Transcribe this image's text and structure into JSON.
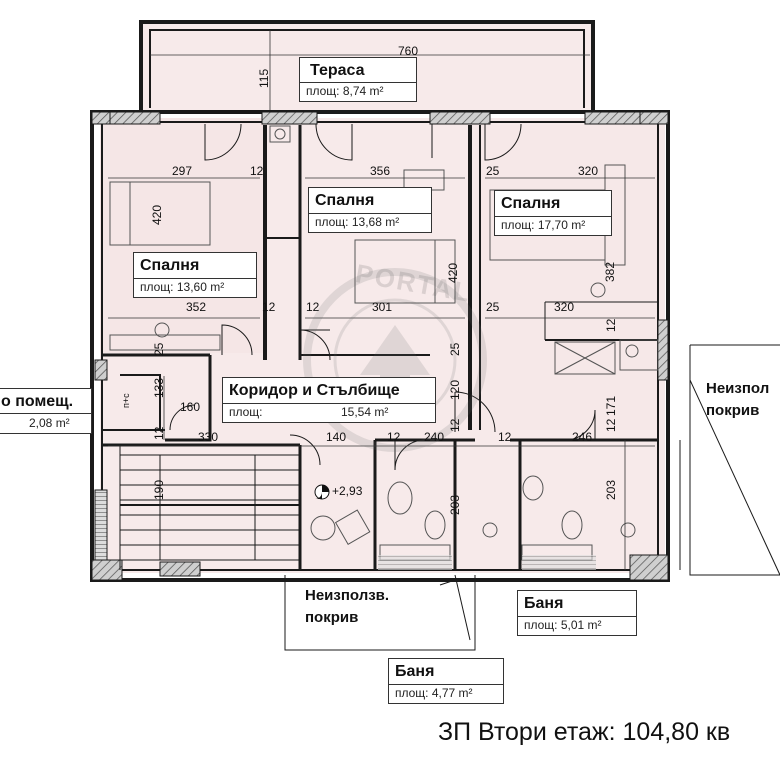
{
  "rooms": {
    "terrace": {
      "name": "Тераса",
      "area": "площ: 8,74 m²"
    },
    "bedroom_left": {
      "name": "Спалня",
      "area": "площ: 13,60 m²"
    },
    "bedroom_center": {
      "name": "Спалня",
      "area": "площ: 13,68 m²"
    },
    "bedroom_right": {
      "name": "Спалня",
      "area": "площ: 17,70 m²"
    },
    "corridor": {
      "name": "Коридор и Стълбище",
      "area": "площ:",
      "area_value": "15,54 m²"
    },
    "utility": {
      "name": "о помещ.",
      "area": "2,08 m²"
    },
    "bath_right": {
      "name": "Баня",
      "area": "площ: 5,01 m²"
    },
    "bath_left": {
      "name": "Баня",
      "area": "площ: 4,77 m²"
    }
  },
  "unused_roof_right": {
    "line1": "Неизпол",
    "line2": "покрив"
  },
  "unused_roof_bottom": {
    "line1": "Неизползв.",
    "line2": "покрив"
  },
  "dimensions": {
    "d760": "760",
    "d115": "115",
    "d297": "297",
    "d12a": "12",
    "d356": "356",
    "d25a": "25",
    "d320a": "320",
    "d420a": "420",
    "d420b": "420",
    "d382": "382",
    "d352": "352",
    "d12b": "12",
    "d301": "301",
    "d25b": "25",
    "d320b": "320",
    "d12c": "12",
    "d25c": "25",
    "d25d": "25",
    "d133": "133",
    "d160": "160",
    "d12d": "12",
    "d120": "120",
    "d171": "171",
    "d12e": "12",
    "d330": "330",
    "d140": "140",
    "d12f": "12",
    "d240": "240",
    "d12g": "12",
    "d246": "246",
    "d12h": "12",
    "d190": "190",
    "d203a": "203",
    "d203b": "203",
    "d12i": "12",
    "level": "+2,93",
    "pc": "п+с"
  },
  "watermark": "PORTAL",
  "footer": "ЗП Втори етаж: 104,80 кв",
  "colors": {
    "wall": "#1a1a1a",
    "room_fill": "#f7eaea",
    "hatch": "#888888"
  }
}
